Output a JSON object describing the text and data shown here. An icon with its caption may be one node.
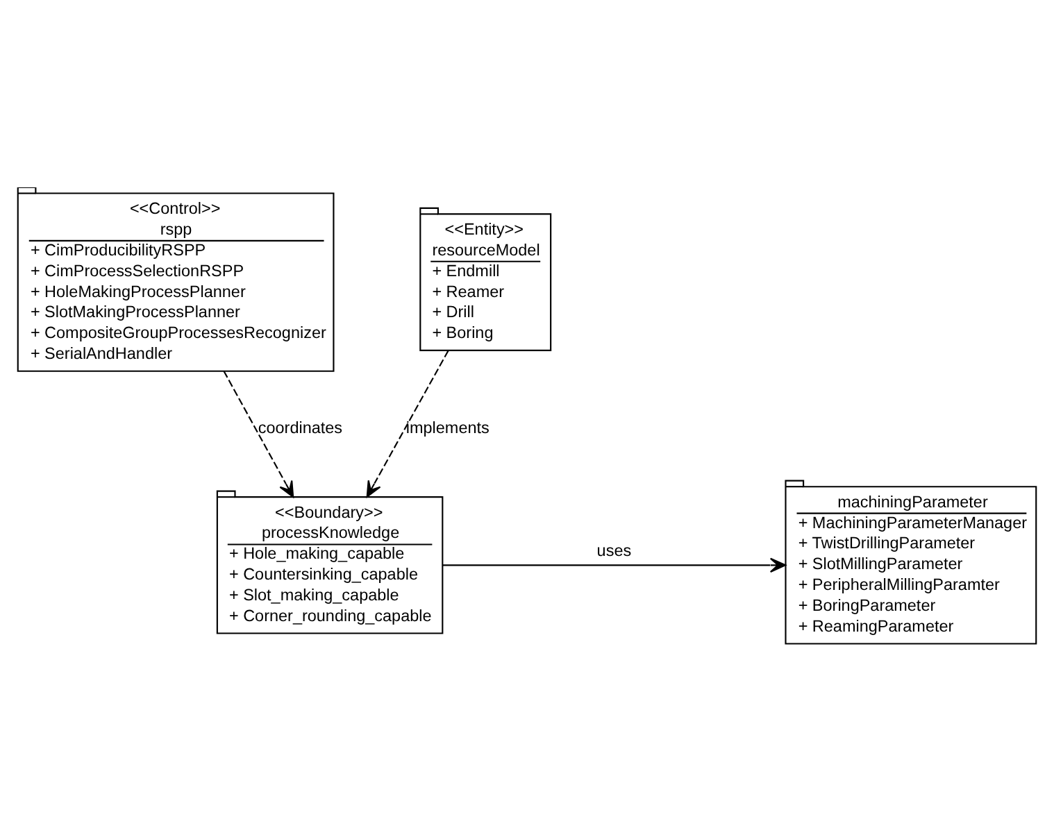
{
  "diagram": {
    "nodes": [
      {
        "text": [
          "<<Control>>",
          "rspp",
          "+ CimProducibilityRSPP",
          "+ CimProcessSelectionRSPP",
          "+ HoleMakingProcessPlanner",
          "+ SlotMakingProcessPlanner",
          "+ CompositeGroupProcessesRecognizer",
          "+ SerialAndHandler"
        ]
      },
      {
        "text": [
          "<<Entity>>",
          "resourceModel",
          "+ Endmill",
          "+ Reamer",
          "+ Drill",
          "+ Boring"
        ]
      },
      {
        "text": [
          "<<Boundary>>",
          "processKnowledge",
          "+ Hole_making_capable",
          "+ Countersinking_capable",
          "+ Slot_making_capable",
          "+ Corner_rounding_capable"
        ]
      },
      {
        "text": [
          "machiningParameter",
          "+ MachiningParameterManager",
          "+ TwistDrillingParameter",
          "+ SlotMillingParameter",
          "+ PeripheralMillingParamter",
          "+ BoringParameter",
          "+ ReamingParameter"
        ]
      }
    ],
    "edges": [
      {
        "from": 0,
        "to": 2,
        "arrow": "to",
        "label": "coordinates",
        "style": "dashed"
      },
      {
        "from": 1,
        "to": 2,
        "arrow": "to",
        "label": "implements",
        "style": "dashed"
      },
      {
        "from": 2,
        "to": 3,
        "arrow": "to",
        "label": "uses"
      }
    ]
  }
}
